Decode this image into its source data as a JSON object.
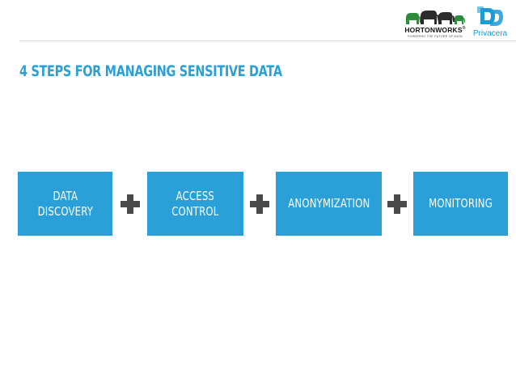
{
  "slide": {
    "title": "4 STEPS FOR MANAGING SENSITIVE DATA",
    "steps": [
      {
        "label": "DATA\nDISCOVERY"
      },
      {
        "label": "ACCESS\nCONTROL"
      },
      {
        "label": "ANONYMIZATION"
      },
      {
        "label": "MONITORING"
      }
    ],
    "connector_icon": "plus-icon"
  },
  "logos": {
    "hortonworks": {
      "name": "HORTONWORKS",
      "tagline": "POWERING THE FUTURE OF DATA",
      "icon": "elephants-icon"
    },
    "privacera": {
      "name": "Privacera",
      "icon": "privacera-mark-icon",
      "color": "#1c9ad6"
    }
  },
  "colors": {
    "accent": "#2a9fd8",
    "plus": "#4a4a4a",
    "divider": "#d9d9d9"
  }
}
